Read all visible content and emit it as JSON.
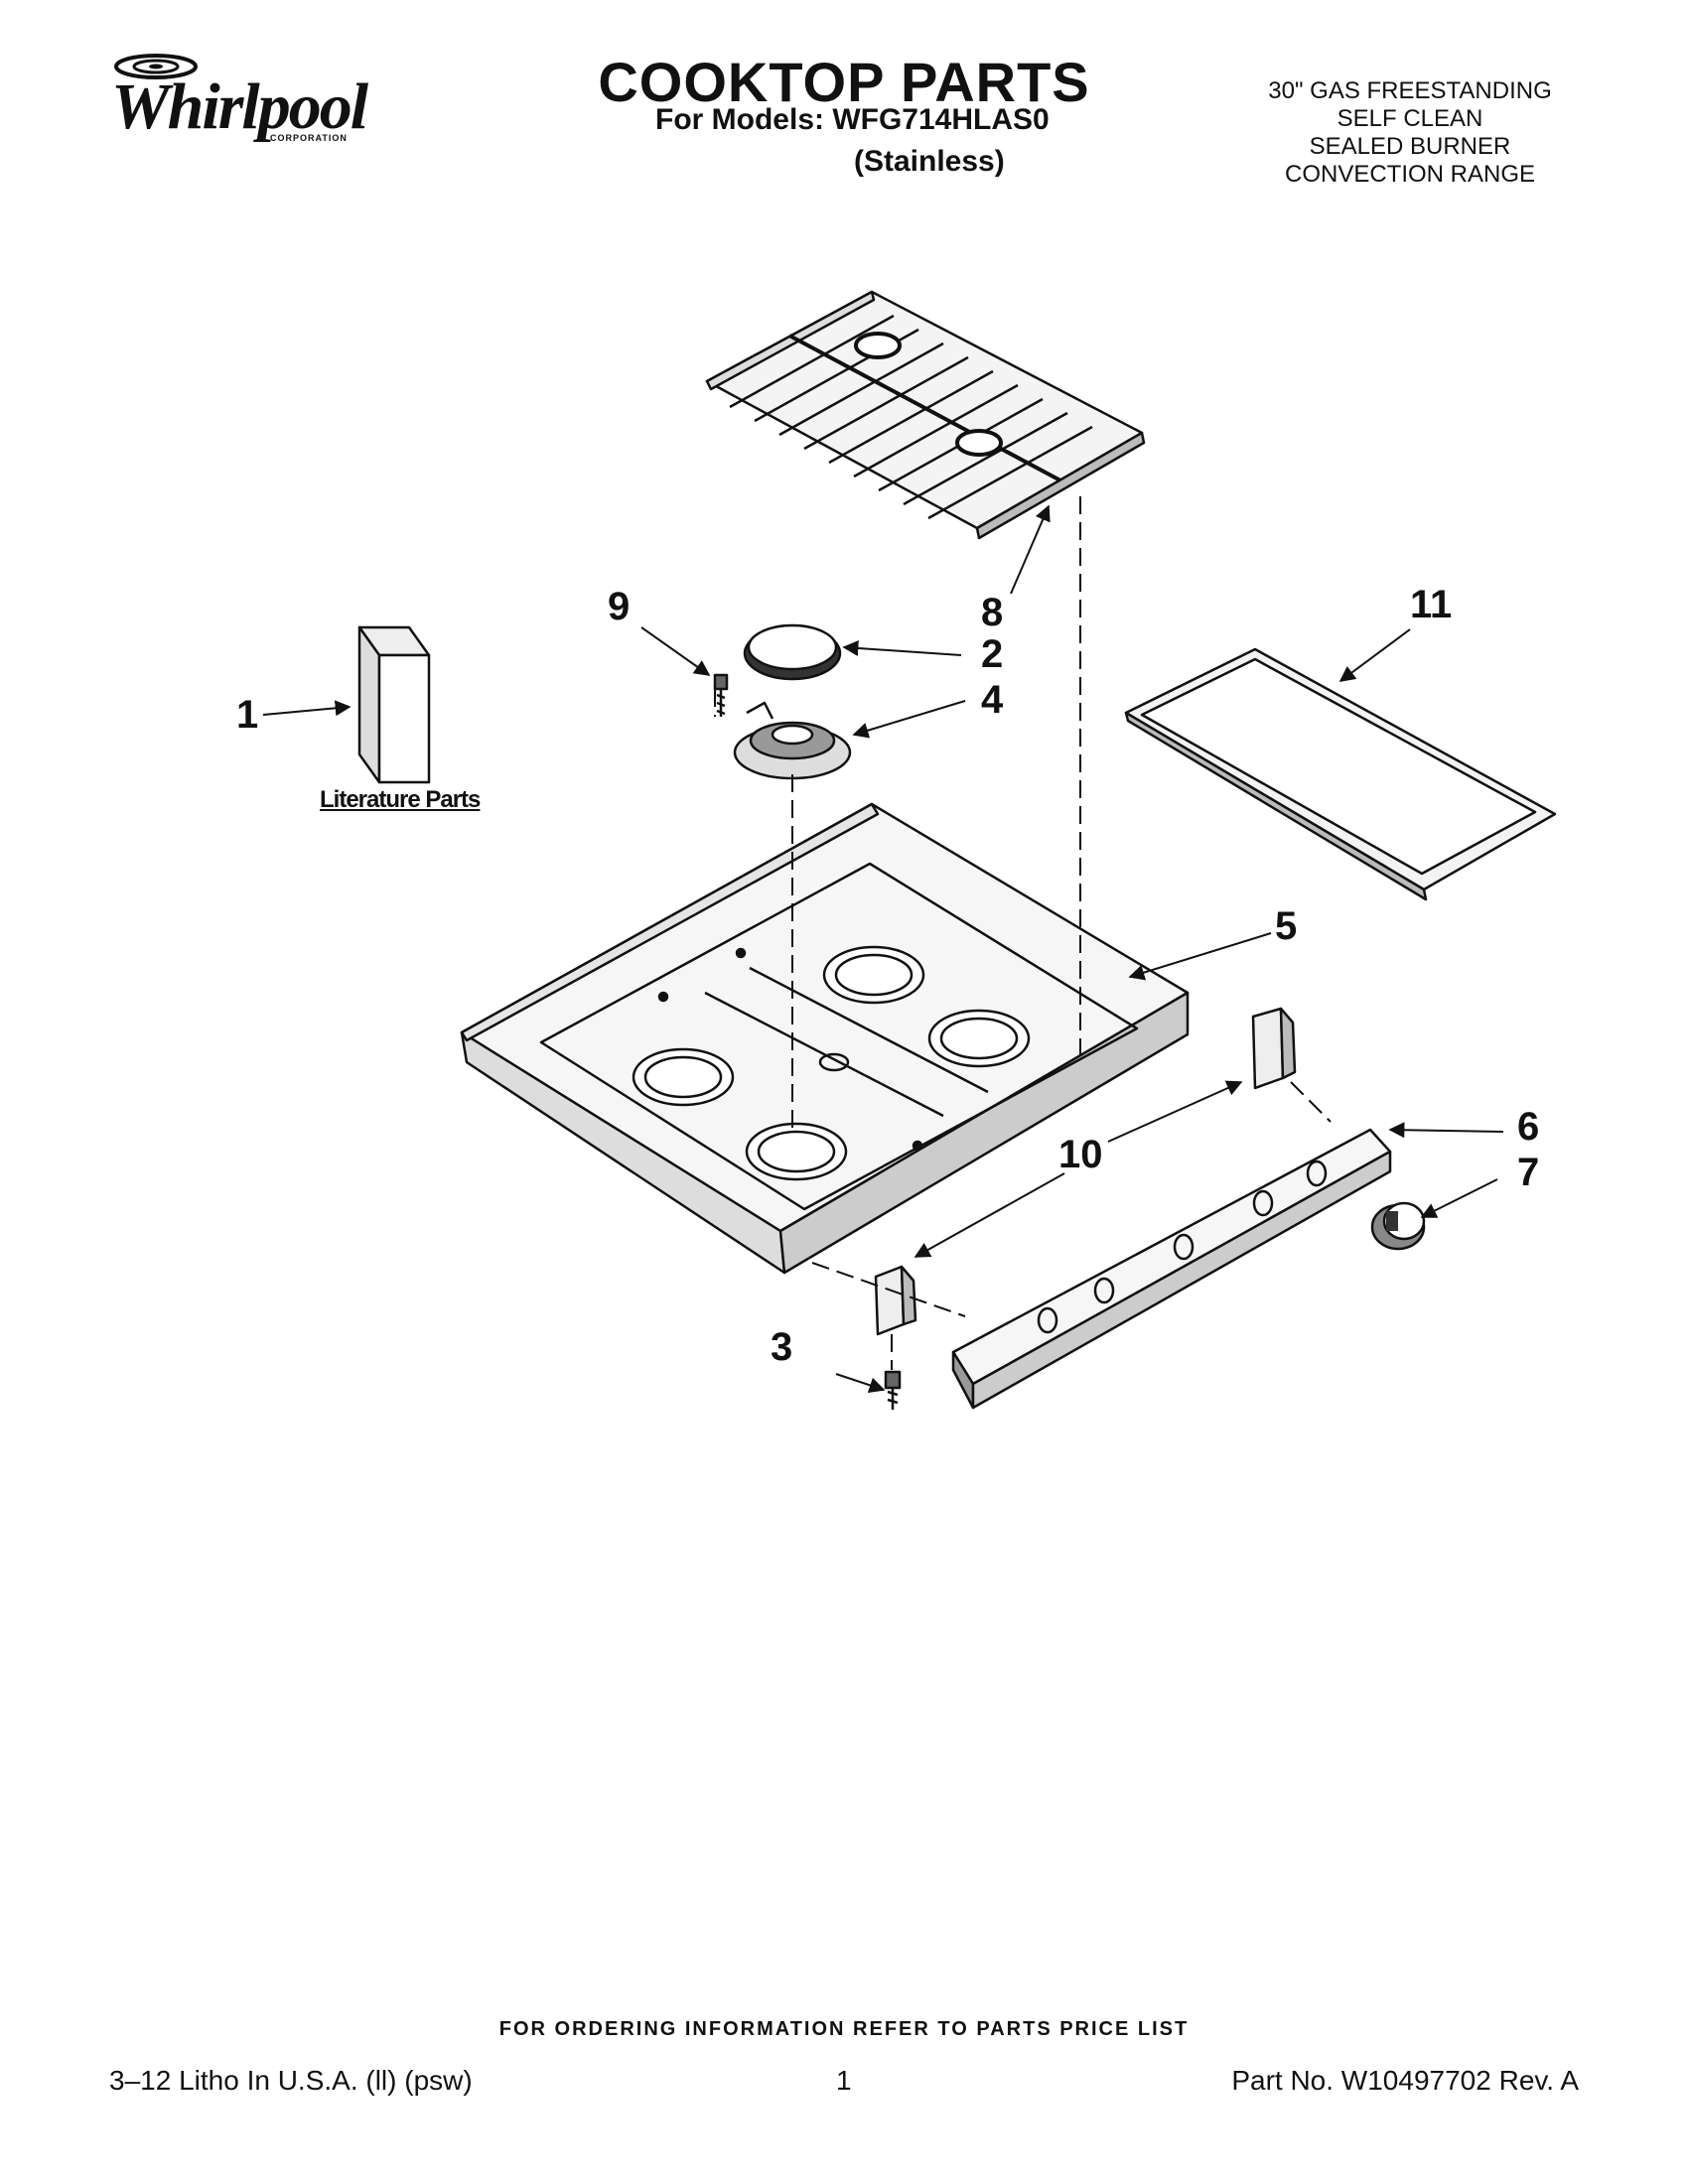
{
  "brand": {
    "name": "Whirlpool",
    "subtitle": "CORPORATION"
  },
  "header": {
    "title": "COOKTOP PARTS",
    "models_line": "For Models: WFG714HLAS0",
    "variant": "(Stainless)",
    "description": [
      "30\" GAS FREESTANDING",
      "SELF CLEAN",
      "SEALED BURNER",
      "CONVECTION RANGE"
    ]
  },
  "diagram": {
    "literature_label": "Literature Parts",
    "callouts": [
      "1",
      "2",
      "3",
      "4",
      "5",
      "6",
      "7",
      "8",
      "9",
      "10",
      "11"
    ]
  },
  "footer": {
    "ordering_note": "FOR ORDERING INFORMATION REFER TO PARTS PRICE LIST",
    "litho": "3‒12 Litho In U.S.A. (ll) (psw)",
    "page": "1",
    "part_no": "Part No. W10497702 Rev. A"
  }
}
